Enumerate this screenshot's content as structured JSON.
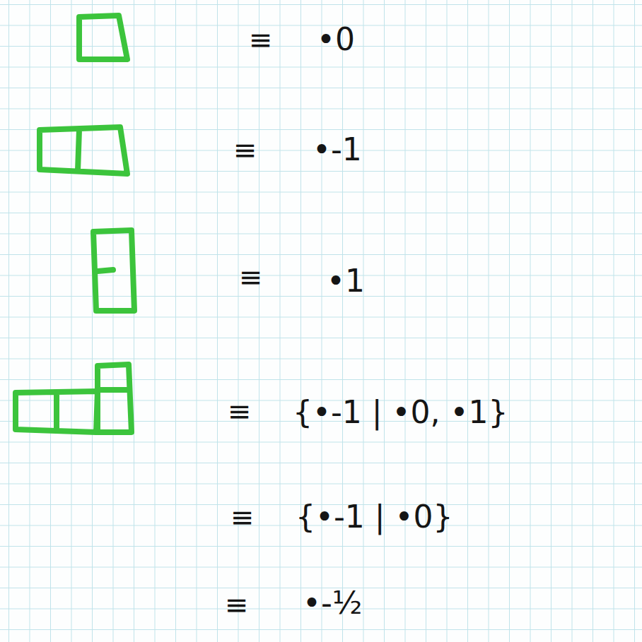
{
  "diagram": {
    "labels": [
      "≡",
      "•0",
      "≡",
      "•-1",
      "≡",
      "•1",
      "≡",
      "{•-1 | •0, •1}",
      "≡",
      "{•-1 | •0}",
      "≡",
      "•-½"
    ]
  }
}
